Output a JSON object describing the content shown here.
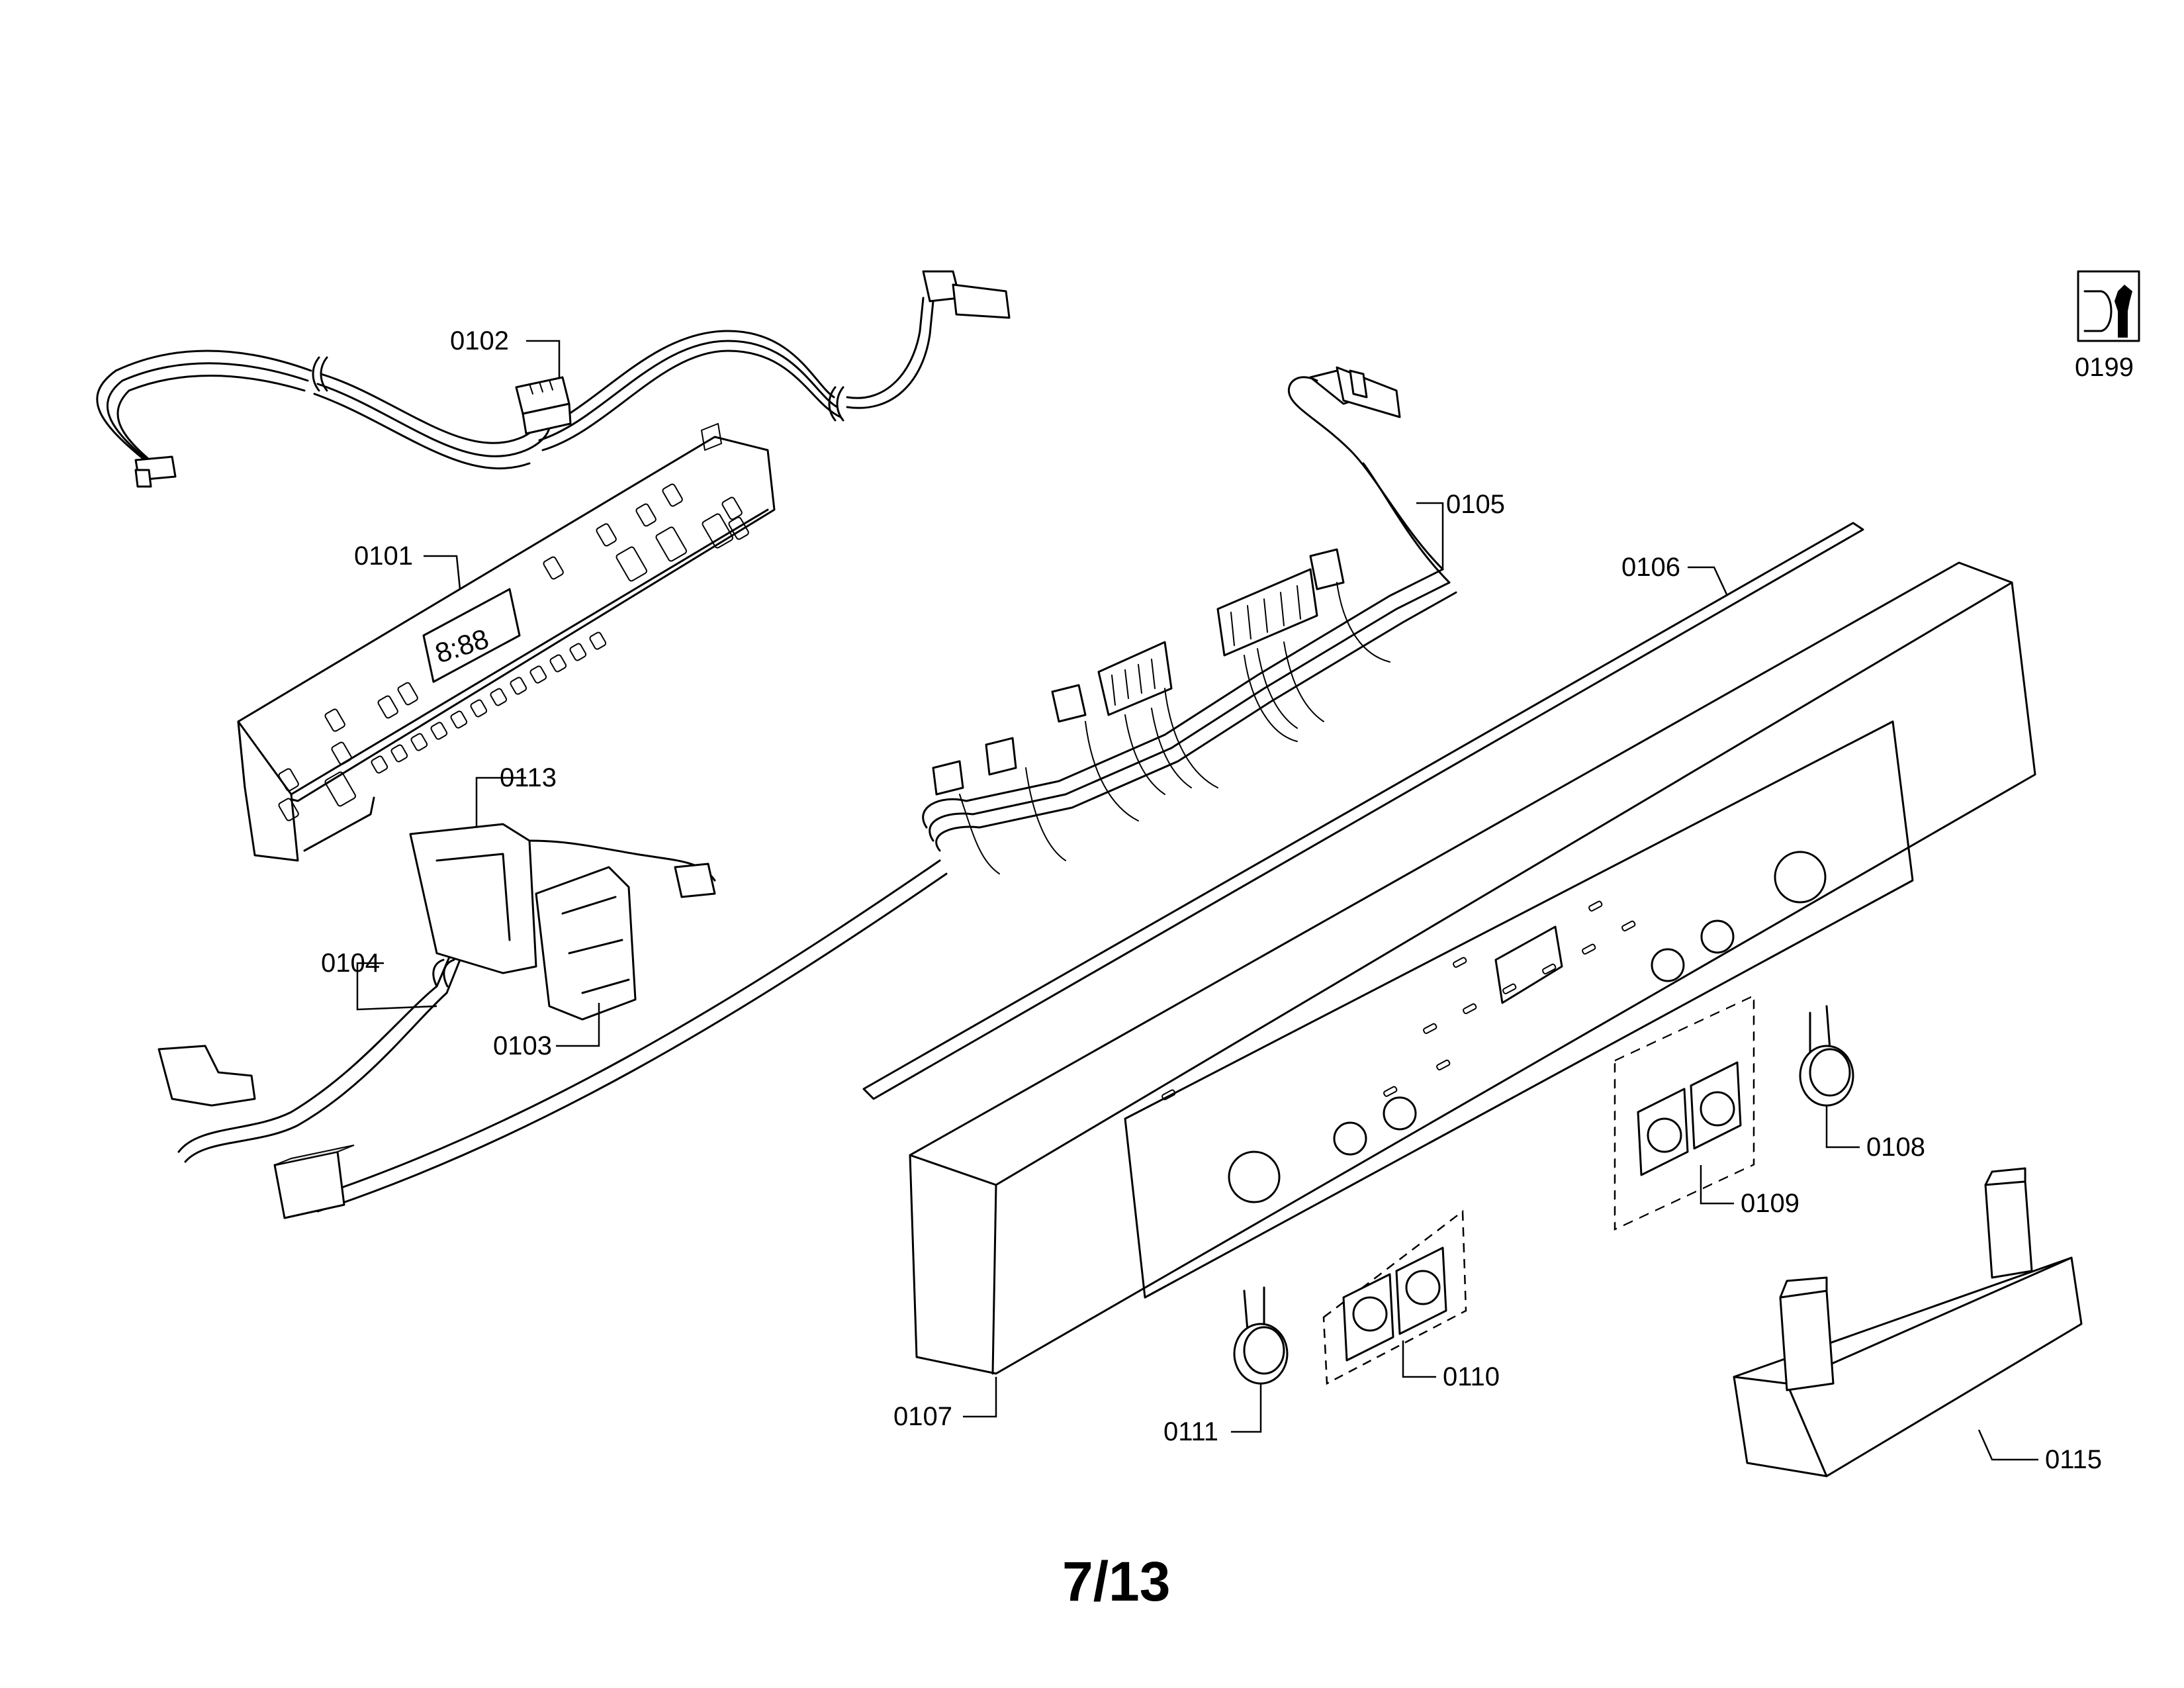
{
  "diagram": {
    "page_number": "7/13",
    "service_icon": "wrench-icon",
    "labels": {
      "p0101": "0101",
      "p0102": "0102",
      "p0103": "0103",
      "p0104": "0104",
      "p0105": "0105",
      "p0106": "0106",
      "p0107": "0107",
      "p0108": "0108",
      "p0109": "0109",
      "p0110": "0110",
      "p0111": "0111",
      "p0113": "0113",
      "p0115": "0115",
      "p0199": "0199"
    },
    "display_readout": "8:88"
  }
}
